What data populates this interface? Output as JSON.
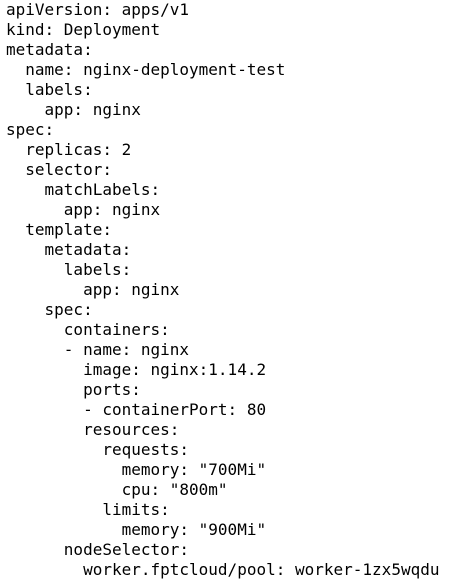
{
  "editor": {
    "lines": [
      "apiVersion: apps/v1",
      "kind: Deployment",
      "metadata:",
      "  name: nginx-deployment-test",
      "  labels:",
      "    app: nginx",
      "spec:",
      "  replicas: 2",
      "  selector:",
      "    matchLabels:",
      "      app: nginx",
      "  template:",
      "    metadata:",
      "      labels:",
      "        app: nginx",
      "    spec:",
      "      containers:",
      "      - name: nginx",
      "        image: nginx:1.14.2",
      "        ports:",
      "        - containerPort: 80",
      "        resources:",
      "          requests:",
      "            memory: \"700Mi\"",
      "            cpu: \"800m\"",
      "          limits:",
      "            memory: \"900Mi\"",
      "      nodeSelector:",
      "        worker.fptcloud/pool: worker-1zx5wqdu"
    ]
  }
}
